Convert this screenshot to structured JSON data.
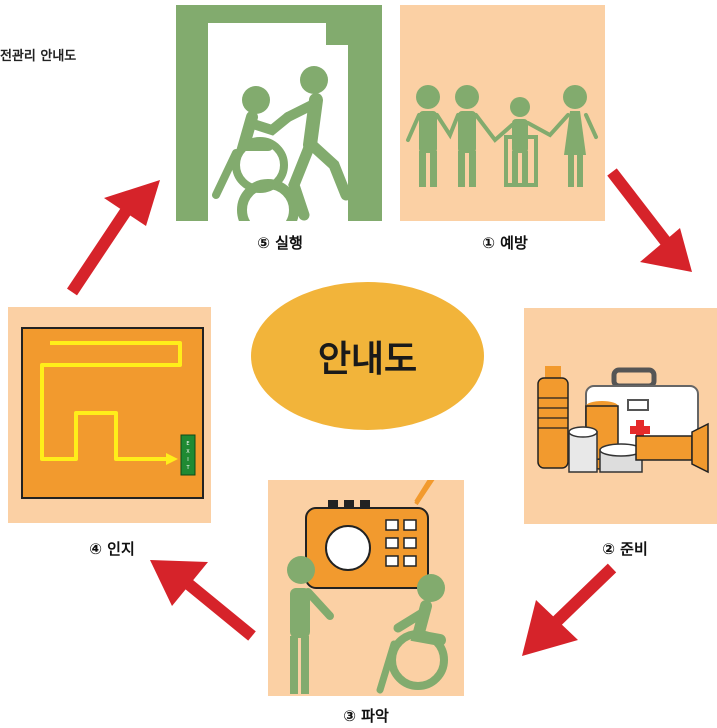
{
  "title": "안전관리 안내도",
  "center_label": "안내도",
  "steps": [
    {
      "label": "① 예방",
      "icon": "family-group-icon"
    },
    {
      "label": "② 준비",
      "icon": "emergency-supplies-icon"
    },
    {
      "label": "③ 파악",
      "icon": "radio-news-icon"
    },
    {
      "label": "④ 인지",
      "icon": "evacuation-route-icon"
    },
    {
      "label": "⑤ 실행",
      "icon": "evacuation-assist-icon"
    }
  ],
  "exit_sign_text": "EXIT",
  "colors": {
    "panel_bg": "#fbd0a4",
    "green": "#82ab6e",
    "center": "#f2b43a",
    "orange": "#f29a2e",
    "arrow": "#d6232a",
    "route": "#ffee1a"
  }
}
